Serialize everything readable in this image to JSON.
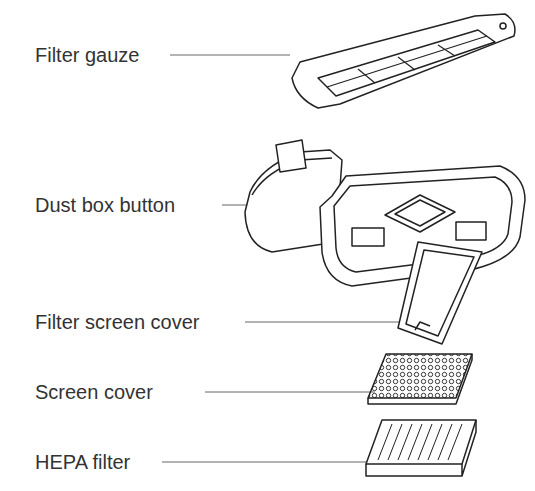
{
  "diagram": {
    "labels": [
      "Filter gauze",
      "Dust box button",
      "Filter screen cover",
      "Screen cover",
      "HEPA filter"
    ]
  }
}
